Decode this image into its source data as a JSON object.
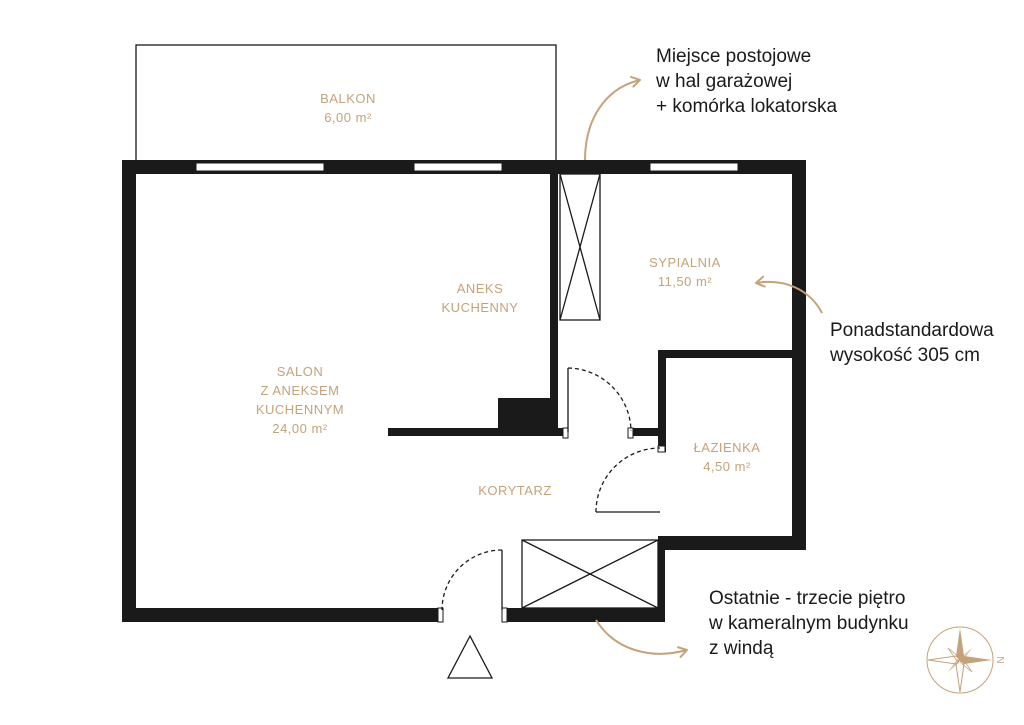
{
  "rooms": {
    "balkon": {
      "name": "BALKON",
      "area": "6,00 m²"
    },
    "sypialnia": {
      "name": "SYPIALNIA",
      "area": "11,50 m²"
    },
    "aneks": {
      "line1": "ANEKS",
      "line2": "KUCHENNY"
    },
    "salon": {
      "line1": "SALON",
      "line2": "Z ANEKSEM",
      "line3": "KUCHENNYM",
      "area": "24,00 m²"
    },
    "lazienka": {
      "name": "ŁAZIENKA",
      "area": "4,50 m²"
    },
    "korytarz": {
      "name": "KORYTARZ"
    }
  },
  "notes": {
    "parking": [
      "Miejsce postojowe",
      "w hal garażowej",
      "+ komórka lokatorska"
    ],
    "height": [
      "Ponadstandardowa",
      "wysokość 305 cm"
    ],
    "floor": [
      "Ostatnie - trzecie piętro",
      "w kameralnym budynku",
      "z windą"
    ]
  },
  "compass": {
    "label": "N"
  },
  "colors": {
    "wall": "#1a1a1a",
    "accent": "#c4a27a",
    "background": "#ffffff"
  }
}
